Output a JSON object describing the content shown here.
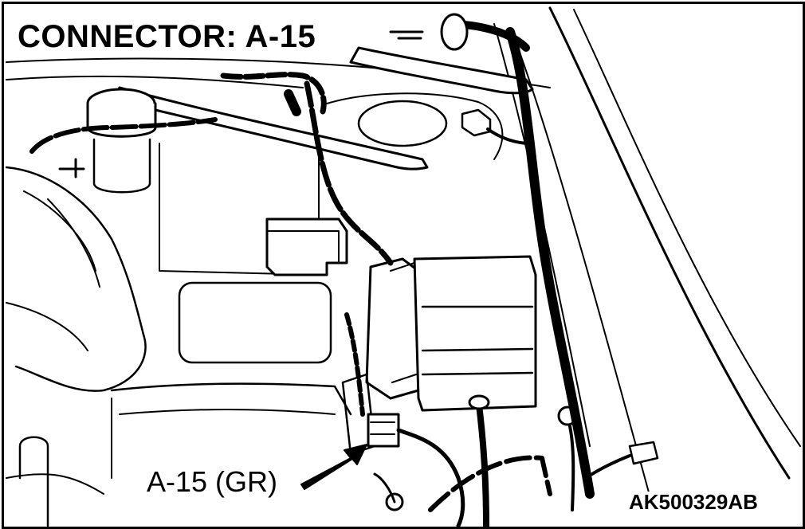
{
  "title": "CONNECTOR: A-15",
  "callout_label": "A-15 (GR)",
  "figure_code": "AK500329AB",
  "colors": {
    "line": "#000000",
    "background": "#ffffff"
  }
}
